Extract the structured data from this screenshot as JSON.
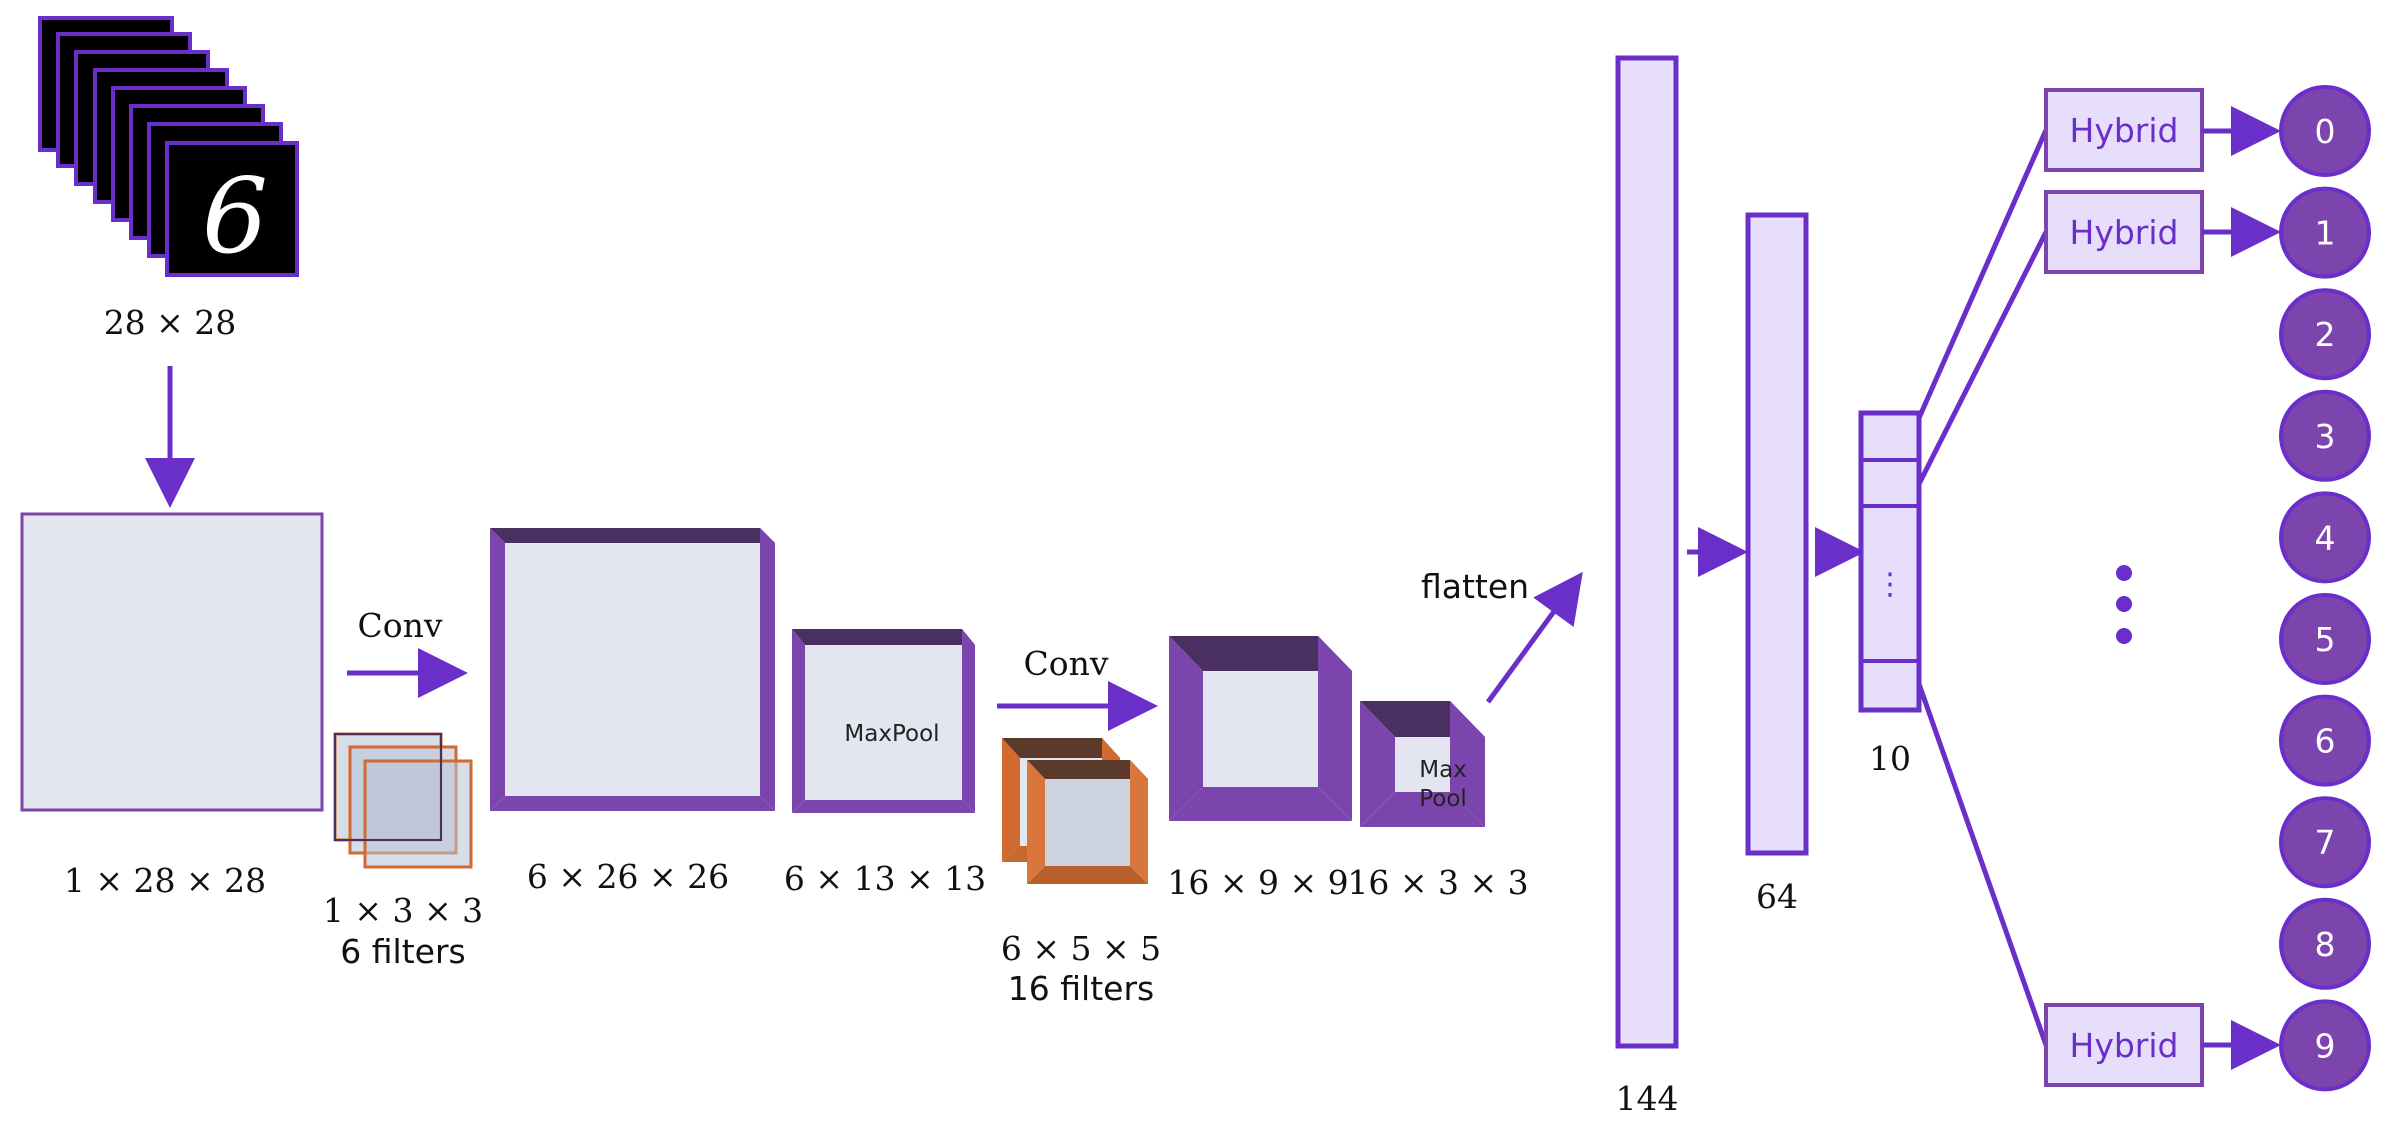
{
  "input": {
    "size_label": "28 × 28",
    "digit": "6"
  },
  "layers": {
    "input_map": "1 × 28 × 28",
    "conv1": {
      "op": "Conv",
      "kernel": "1 × 3 × 3",
      "filters": "6 filters"
    },
    "fmap1": "6 × 26 × 26",
    "pool1": {
      "label": "6 × 13 × 13",
      "op": "MaxPool"
    },
    "conv2": {
      "op": "Conv",
      "kernel": "6 × 5 × 5",
      "filters": "16 filters"
    },
    "fmap2": "16 × 9 × 9",
    "pool2": {
      "label": "16 × 3 × 3",
      "op_line1": "Max",
      "op_line2": "Pool"
    },
    "flatten": "flatten",
    "fc1": "144",
    "fc2": "64",
    "fc3": {
      "label": "10",
      "ellipsis": "⋮"
    }
  },
  "hybrid": {
    "label": "Hybrid"
  },
  "outputs": [
    "0",
    "1",
    "2",
    "3",
    "4",
    "5",
    "6",
    "7",
    "8",
    "9"
  ],
  "colors": {
    "purple": "#6a2fc9",
    "purple_face": "#7b45ad",
    "purple_dark": "#4a3060",
    "orange": "#d06a30",
    "light_fill": "#e3e6ee",
    "fc_fill": "#e6defa"
  }
}
